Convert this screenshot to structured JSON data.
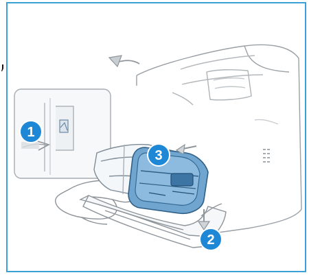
{
  "illustration": {
    "alt_subject": "printer-toner-cartridge-installation",
    "callouts": [
      {
        "label": "1",
        "color": "#1e88d6"
      },
      {
        "label": "2",
        "color": "#1e88d6"
      },
      {
        "label": "3",
        "color": "#1e88d6"
      }
    ],
    "colors": {
      "frame": "#3aa0d8",
      "line": "#8a8f95",
      "cartridge_blue": "#4f8fbf",
      "cartridge_shade": "#2f5f86"
    }
  }
}
